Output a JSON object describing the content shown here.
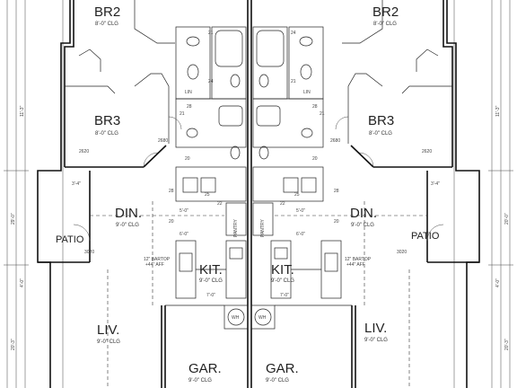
{
  "rooms": {
    "br2_left": {
      "name": "BR2",
      "ceiling": "8'-0\" CLG"
    },
    "br2_right": {
      "name": "BR2",
      "ceiling": "8'-0\" CLG"
    },
    "br3_left": {
      "name": "BR3",
      "ceiling": "8'-0\" CLG"
    },
    "br3_right": {
      "name": "BR3",
      "ceiling": "8'-0\" CLG"
    },
    "din_left": {
      "name": "DIN.",
      "ceiling": "9'-0\" CLG"
    },
    "din_right": {
      "name": "DIN.",
      "ceiling": "9'-0\" CLG"
    },
    "patio_left": {
      "name": "PATIO"
    },
    "patio_right": {
      "name": "PATIO"
    },
    "kit_left": {
      "name": "KIT.",
      "ceiling": "9'-0\" CLG"
    },
    "kit_right": {
      "name": "KIT.",
      "ceiling": "9'-0\" CLG"
    },
    "liv_left": {
      "name": "LIV.",
      "ceiling": "9'-0\" CLG"
    },
    "liv_right": {
      "name": "LIV.",
      "ceiling": "9'-0\" CLG"
    },
    "gar_left": {
      "name": "GAR.",
      "ceiling": "9'-0\" CLG"
    },
    "gar_right": {
      "name": "GAR.",
      "ceiling": "9'-0\" CLG"
    }
  },
  "small_labels": {
    "lin_left": "LIN",
    "lin_right": "LIN",
    "pantry_left": "PANTRY",
    "pantry_right": "PANTRY",
    "bartop_left": "12\" BARTOP",
    "bartop_right": "12\" BARTOP",
    "bartop_aff_left": "+44\" AFF",
    "bartop_aff_right": "+44\" AFF",
    "door_2620_left": "2620",
    "door_2620_right": "2620",
    "door_3020_left": "3020",
    "door_3020_right": "3020",
    "door_2680_left": "2680",
    "door_2680_right": "2680",
    "wh_left": "WH",
    "wh_right": "WH"
  },
  "dimensions": {
    "d1": "3'-4\"",
    "d2": "3'-4\"",
    "d3": "6'-0\"",
    "d4": "6'-0\"",
    "d5": "5'-0\"",
    "d6": "5'-0\"",
    "d7": "11'-3\"",
    "d8": "11'-3\"",
    "d9": "4'-0\"",
    "d10": "4'-0\"",
    "d11": "20'-3\"",
    "d12": "20'-3\"",
    "d13": "7'-0\"",
    "d14": "7'-0\"",
    "d15": "29'-0\"",
    "d16": "20'-0\""
  },
  "door_numbers": [
    "21",
    "24",
    "24",
    "21",
    "28",
    "28",
    "20",
    "20",
    "21",
    "21",
    "25",
    "25",
    "22",
    "22",
    "28",
    "28",
    "20",
    "20"
  ]
}
